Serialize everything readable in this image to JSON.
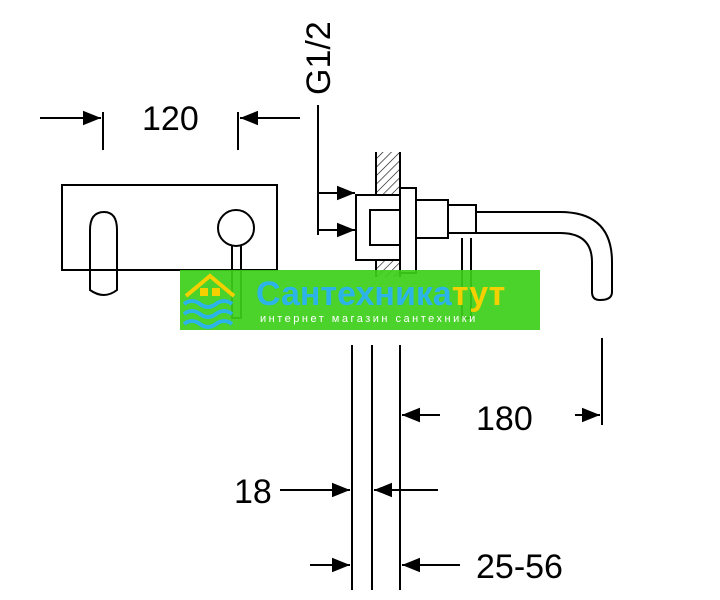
{
  "dimensions": {
    "width_120": "120",
    "thread_g12": "G1/2",
    "spout_180": "180",
    "wall_18": "18",
    "depth_25_56": "25-56"
  },
  "watermark": {
    "brand_main": "Сантехника",
    "brand_accent": "тут",
    "tagline": "интернет магазин сантехники",
    "bg_color": "#3ccf1a",
    "main_color": "#2cb3e8",
    "accent_color": "#f5d000"
  }
}
